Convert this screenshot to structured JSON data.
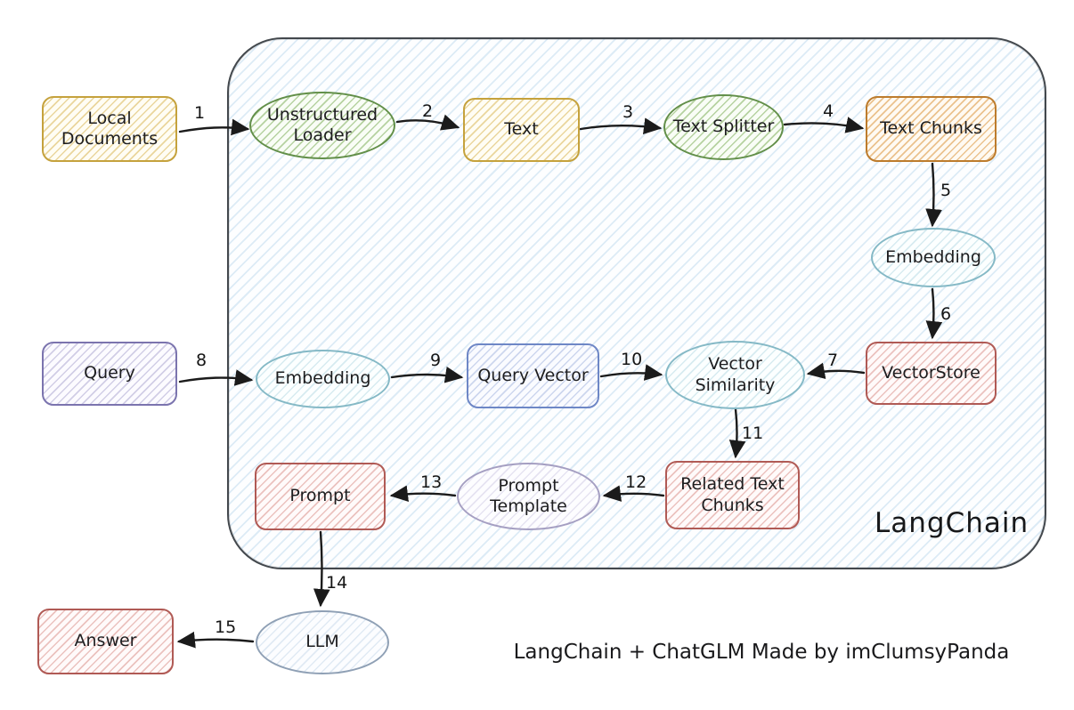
{
  "title": "LangChain",
  "caption": "LangChain + ChatGLM Made by imClumsyPanda",
  "nodes": {
    "local_documents": {
      "label": "Local Documents",
      "shape": "box",
      "color": "#c5a23d"
    },
    "unstructured_loader": {
      "label": "Unstructured Loader",
      "shape": "ellipse",
      "color": "#628f49"
    },
    "text": {
      "label": "Text",
      "shape": "box",
      "color": "#c5a23d"
    },
    "text_splitter": {
      "label": "Text Splitter",
      "shape": "ellipse",
      "color": "#628f49"
    },
    "text_chunks": {
      "label": "Text Chunks",
      "shape": "box",
      "color": "#bd7c2d"
    },
    "embedding_store": {
      "label": "Embedding",
      "shape": "ellipse",
      "color": "#85b9c6"
    },
    "vectorstore": {
      "label": "VectorStore",
      "shape": "box",
      "color": "#b05a55"
    },
    "query": {
      "label": "Query",
      "shape": "box",
      "color": "#7b74ae"
    },
    "embedding_query": {
      "label": "Embedding",
      "shape": "ellipse",
      "color": "#85b9c6"
    },
    "query_vector": {
      "label": "Query Vector",
      "shape": "box",
      "color": "#6e87c6"
    },
    "vector_similarity": {
      "label": "Vector Similarity",
      "shape": "ellipse",
      "color": "#85b9c6"
    },
    "related_text_chunks": {
      "label": "Related Text Chunks",
      "shape": "box",
      "color": "#b05a55"
    },
    "prompt_template": {
      "label": "Prompt Template",
      "shape": "ellipse",
      "color": "#a59fc2"
    },
    "prompt": {
      "label": "Prompt",
      "shape": "box",
      "color": "#b05a55"
    },
    "llm": {
      "label": "LLM",
      "shape": "ellipse",
      "color": "#8fa0b5"
    },
    "answer": {
      "label": "Answer",
      "shape": "box",
      "color": "#b05a55"
    }
  },
  "edges": {
    "e1": {
      "label": "1",
      "from": "local_documents",
      "to": "unstructured_loader"
    },
    "e2": {
      "label": "2",
      "from": "unstructured_loader",
      "to": "text"
    },
    "e3": {
      "label": "3",
      "from": "text",
      "to": "text_splitter"
    },
    "e4": {
      "label": "4",
      "from": "text_splitter",
      "to": "text_chunks"
    },
    "e5": {
      "label": "5",
      "from": "text_chunks",
      "to": "embedding_store"
    },
    "e6": {
      "label": "6",
      "from": "embedding_store",
      "to": "vectorstore"
    },
    "e7": {
      "label": "7",
      "from": "vectorstore",
      "to": "vector_similarity"
    },
    "e8": {
      "label": "8",
      "from": "query",
      "to": "embedding_query"
    },
    "e9": {
      "label": "9",
      "from": "embedding_query",
      "to": "query_vector"
    },
    "e10": {
      "label": "10",
      "from": "query_vector",
      "to": "vector_similarity"
    },
    "e11": {
      "label": "11",
      "from": "vector_similarity",
      "to": "related_text_chunks"
    },
    "e12": {
      "label": "12",
      "from": "related_text_chunks",
      "to": "prompt_template"
    },
    "e13": {
      "label": "13",
      "from": "prompt_template",
      "to": "prompt"
    },
    "e14": {
      "label": "14",
      "from": "prompt",
      "to": "llm"
    },
    "e15": {
      "label": "15",
      "from": "llm",
      "to": "answer"
    }
  }
}
